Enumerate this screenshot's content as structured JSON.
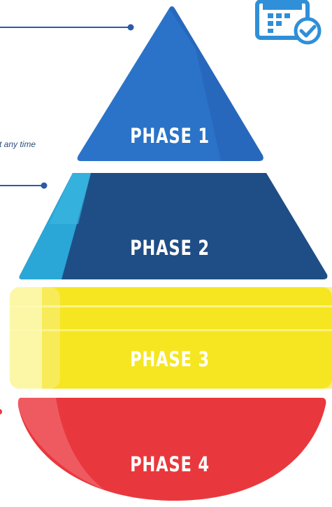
{
  "diagram": {
    "phases": [
      {
        "label": "PHASE 1",
        "color": "#2a73c9"
      },
      {
        "label": "PHASE 2",
        "color": "#1f4e86"
      },
      {
        "label": "PHASE 3",
        "color": "#f7ea2a"
      },
      {
        "label": "PHASE 4",
        "color": "#e9383d"
      }
    ],
    "side_note": "t any time",
    "connector_color": "#2d5aa8",
    "icon": "calendar-check-icon",
    "icon_color": "#2f8fd8"
  }
}
